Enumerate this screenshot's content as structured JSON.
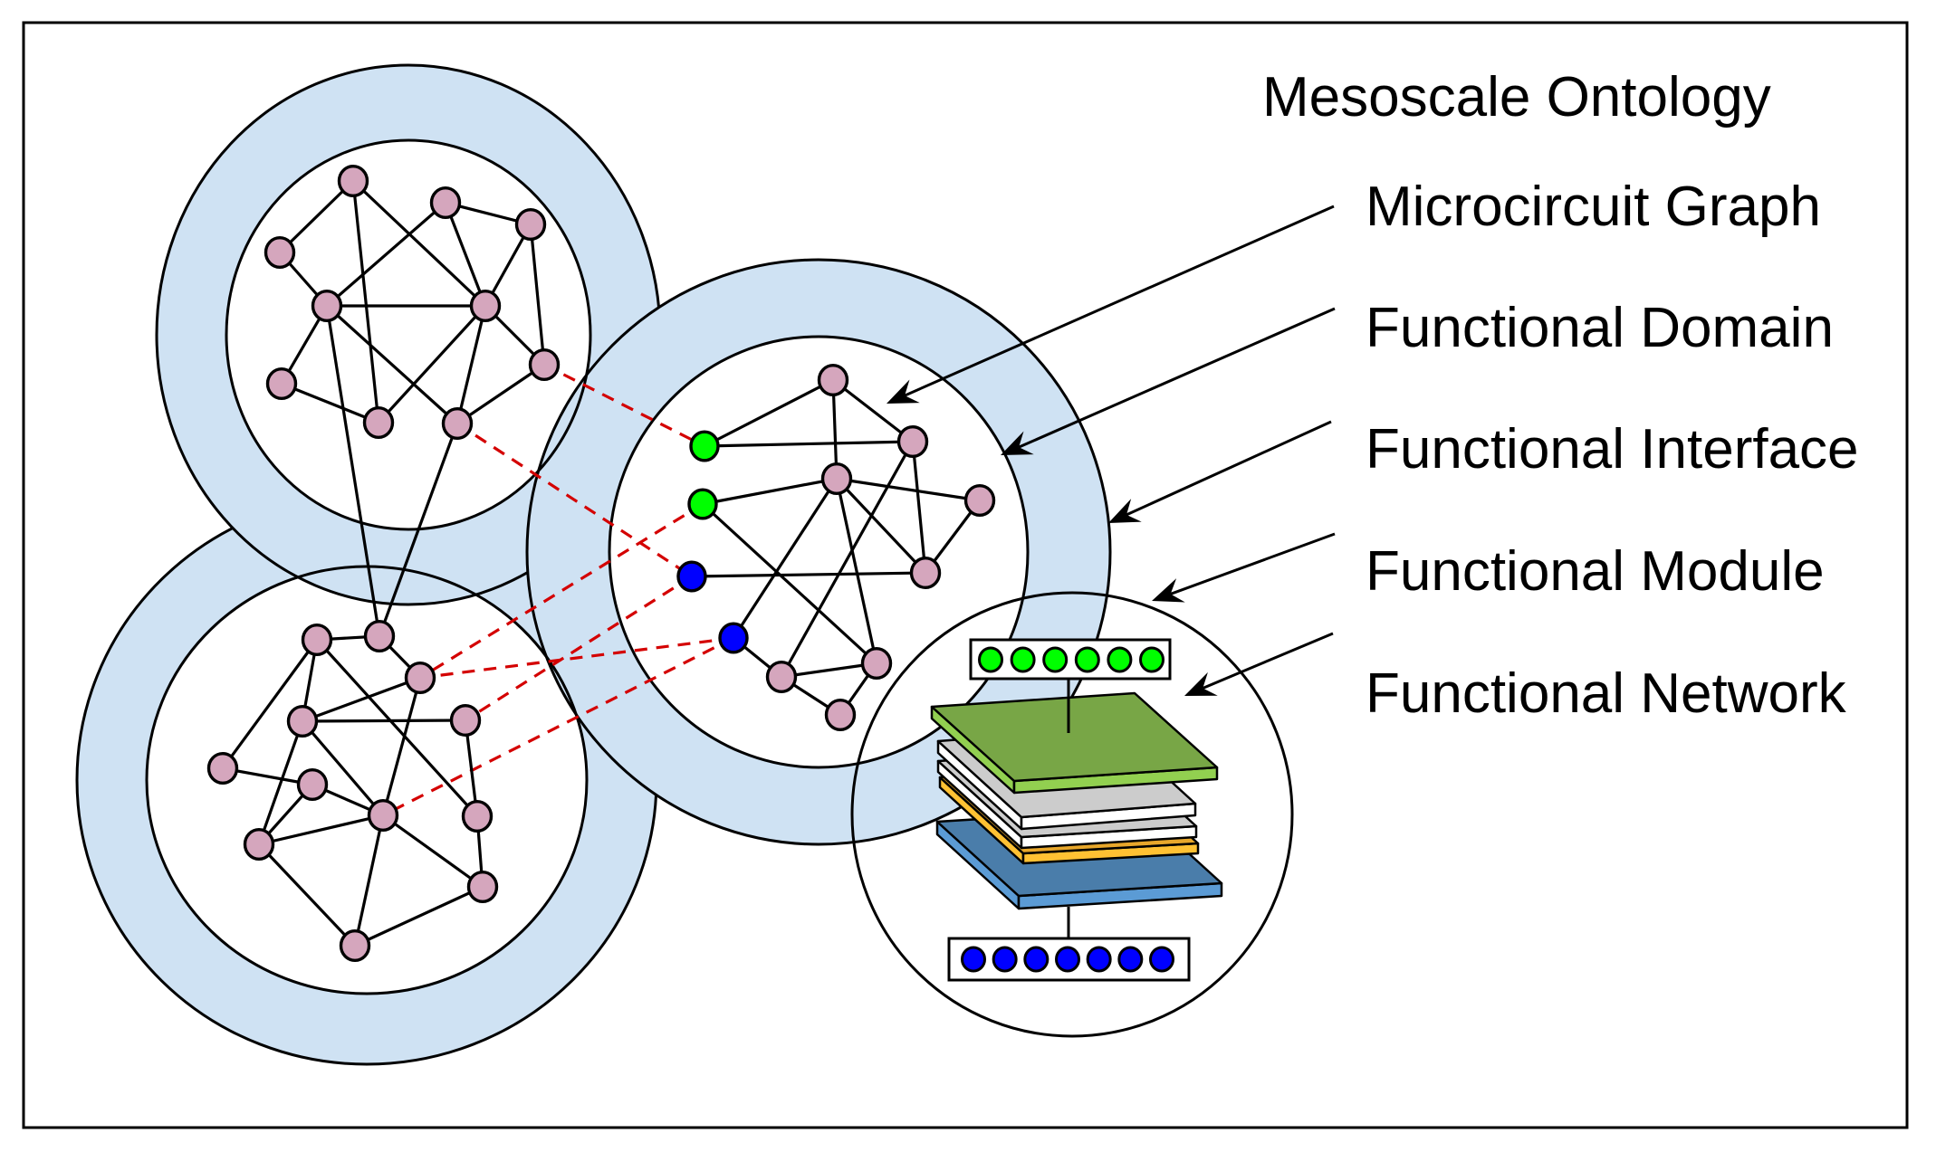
{
  "title": "Mesoscale Ontology",
  "labels": [
    {
      "id": "microcircuit-graph",
      "text": "Microcircuit Graph"
    },
    {
      "id": "functional-domain",
      "text": "Functional Domain"
    },
    {
      "id": "functional-interface",
      "text": "Functional Interface"
    },
    {
      "id": "functional-module",
      "text": "Functional Module"
    },
    {
      "id": "functional-network",
      "text": "Functional Network"
    }
  ],
  "colors": {
    "frame": "#000000",
    "interface_ring": "#CFE2F3",
    "domain_fill": "#FFFFFF",
    "neuron": "#D5A6BD",
    "input_node": "#00FF00",
    "output_node": "#0000FF",
    "inter_module_link": "#D40000",
    "layer_input_top": "#78A646",
    "layer_input_side": "#92D050",
    "layer_hidden_top": "#CCCCCC",
    "layer_hidden_side": "#FFFFFF",
    "layer_orange_top": "#E8A72B",
    "layer_orange_side": "#FFC133",
    "layer_output_top": "#4A7DAA",
    "layer_output_side": "#5B9BD5"
  },
  "modules": [
    {
      "id": "top-left",
      "nodes": [
        {
          "id": "a",
          "role": "neuron"
        },
        {
          "id": "b",
          "role": "neuron"
        },
        {
          "id": "c",
          "role": "neuron"
        },
        {
          "id": "d",
          "role": "neuron"
        },
        {
          "id": "e",
          "role": "neuron"
        },
        {
          "id": "f",
          "role": "neuron"
        },
        {
          "id": "g",
          "role": "neuron"
        },
        {
          "id": "h",
          "role": "neuron"
        },
        {
          "id": "i",
          "role": "neuron"
        },
        {
          "id": "j",
          "role": "neuron"
        }
      ],
      "edges": [
        [
          "a",
          "d"
        ],
        [
          "a",
          "i"
        ],
        [
          "a",
          "f"
        ],
        [
          "b",
          "e"
        ],
        [
          "b",
          "f"
        ],
        [
          "b",
          "c"
        ],
        [
          "c",
          "f"
        ],
        [
          "c",
          "g"
        ],
        [
          "d",
          "e"
        ],
        [
          "e",
          "f"
        ],
        [
          "e",
          "h"
        ],
        [
          "e",
          "j"
        ],
        [
          "f",
          "i"
        ],
        [
          "f",
          "j"
        ],
        [
          "f",
          "g"
        ],
        [
          "g",
          "j"
        ],
        [
          "h",
          "i"
        ]
      ]
    },
    {
      "id": "bottom-left",
      "nodes": [
        {
          "id": "p1",
          "role": "neuron"
        },
        {
          "id": "p2",
          "role": "neuron"
        },
        {
          "id": "p3",
          "role": "neuron"
        },
        {
          "id": "p4",
          "role": "neuron"
        },
        {
          "id": "p5",
          "role": "neuron"
        },
        {
          "id": "p6",
          "role": "neuron"
        },
        {
          "id": "p7",
          "role": "neuron"
        },
        {
          "id": "p8",
          "role": "neuron"
        },
        {
          "id": "p9",
          "role": "neuron"
        },
        {
          "id": "p10",
          "role": "neuron"
        },
        {
          "id": "p11",
          "role": "neuron"
        },
        {
          "id": "p12",
          "role": "neuron"
        }
      ],
      "edges": [
        [
          "p1",
          "p2"
        ],
        [
          "p1",
          "p6"
        ],
        [
          "p1",
          "p4"
        ],
        [
          "p1",
          "p9"
        ],
        [
          "p2",
          "p3"
        ],
        [
          "p3",
          "p4"
        ],
        [
          "p3",
          "p8"
        ],
        [
          "p4",
          "p5"
        ],
        [
          "p4",
          "p8"
        ],
        [
          "p4",
          "p10"
        ],
        [
          "p5",
          "p9"
        ],
        [
          "p6",
          "p7"
        ],
        [
          "p7",
          "p10"
        ],
        [
          "p7",
          "p8"
        ],
        [
          "p8",
          "p10"
        ],
        [
          "p10",
          "p12"
        ],
        [
          "p8",
          "p12"
        ],
        [
          "p8",
          "p11"
        ],
        [
          "p9",
          "p11"
        ],
        [
          "p11",
          "p12"
        ]
      ]
    },
    {
      "id": "center",
      "nodes": [
        {
          "id": "c_top",
          "role": "neuron"
        },
        {
          "id": "in1",
          "role": "input_node"
        },
        {
          "id": "c_rt",
          "role": "neuron"
        },
        {
          "id": "c_mid",
          "role": "neuron"
        },
        {
          "id": "in2",
          "role": "input_node"
        },
        {
          "id": "c_fr",
          "role": "neuron"
        },
        {
          "id": "out1",
          "role": "output_node"
        },
        {
          "id": "c_rm",
          "role": "neuron"
        },
        {
          "id": "out2",
          "role": "output_node"
        },
        {
          "id": "c_br",
          "role": "neuron"
        },
        {
          "id": "c_bl",
          "role": "neuron"
        },
        {
          "id": "c_bot",
          "role": "neuron"
        }
      ],
      "edges": [
        [
          "c_top",
          "in1"
        ],
        [
          "c_top",
          "c_mid"
        ],
        [
          "c_top",
          "c_rt"
        ],
        [
          "in1",
          "c_rt"
        ],
        [
          "in2",
          "c_mid"
        ],
        [
          "c_mid",
          "c_fr"
        ],
        [
          "c_mid",
          "c_rm"
        ],
        [
          "c_mid",
          "c_br"
        ],
        [
          "c_mid",
          "out2"
        ],
        [
          "c_rt",
          "c_rm"
        ],
        [
          "c_rt",
          "c_bl"
        ],
        [
          "c_fr",
          "c_rm"
        ],
        [
          "out1",
          "c_rm"
        ],
        [
          "in2",
          "c_br"
        ],
        [
          "out2",
          "c_bl"
        ],
        [
          "c_bl",
          "c_br"
        ],
        [
          "c_bl",
          "c_bot"
        ],
        [
          "c_br",
          "c_bot"
        ]
      ]
    }
  ],
  "cross_module_edges": [
    [
      "e",
      "p2"
    ],
    [
      "j",
      "p2"
    ]
  ],
  "interface_links": [
    [
      "g",
      "in1"
    ],
    [
      "j",
      "out1"
    ],
    [
      "in2",
      "p3"
    ],
    [
      "out1",
      "p5"
    ],
    [
      "out2",
      "p3"
    ],
    [
      "out2",
      "p8"
    ]
  ],
  "network": {
    "input_units": 6,
    "output_units": 7,
    "layers": [
      "input",
      "hidden",
      "hidden",
      "orange",
      "output"
    ]
  }
}
